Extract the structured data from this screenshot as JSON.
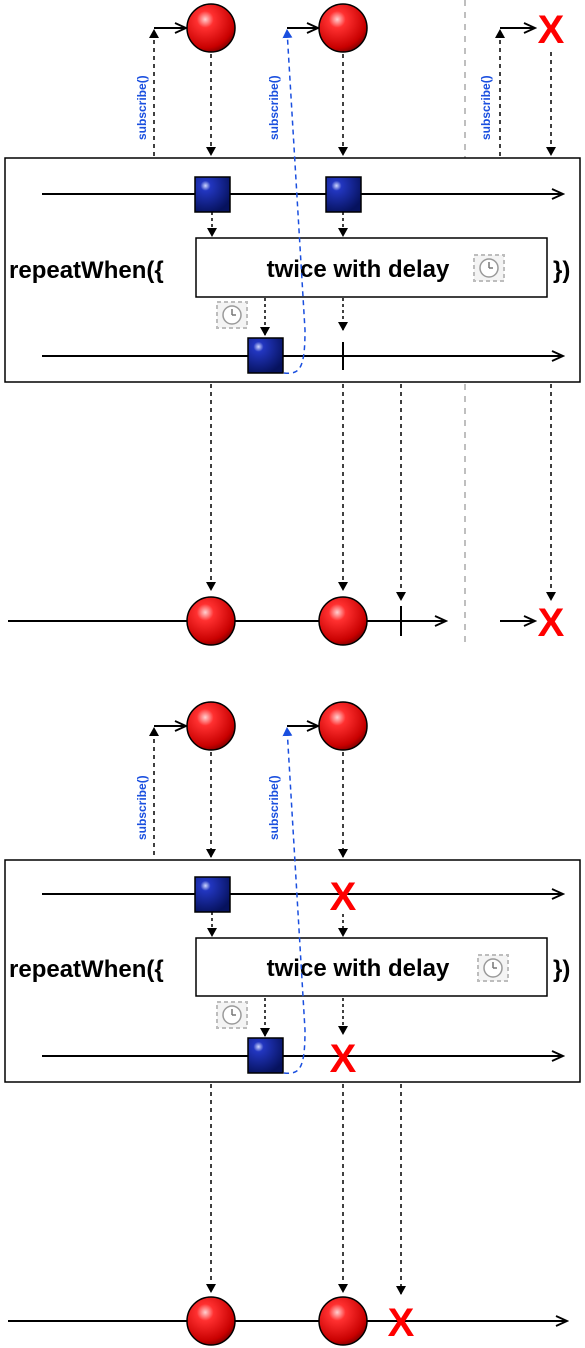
{
  "colors": {
    "item": "#ee1111",
    "notifier": "#0b1f96",
    "error": "#ff0000",
    "subscribe": "#1a4fdf"
  },
  "panels": [
    {
      "operator_prefix": "repeatWhen({",
      "operator_suffix": "})",
      "operator_body": "twice with delay",
      "subscribe_labels": [
        "subscribe()",
        "subscribe()",
        "subscribe()"
      ]
    },
    {
      "operator_prefix": "repeatWhen({",
      "operator_suffix": "})",
      "operator_body": "twice with delay",
      "subscribe_labels": [
        "subscribe()",
        "subscribe()"
      ]
    }
  ],
  "icons": [
    "red-ball-icon",
    "blue-square-icon",
    "clock-icon",
    "error-x-icon",
    "arrow-icon"
  ]
}
